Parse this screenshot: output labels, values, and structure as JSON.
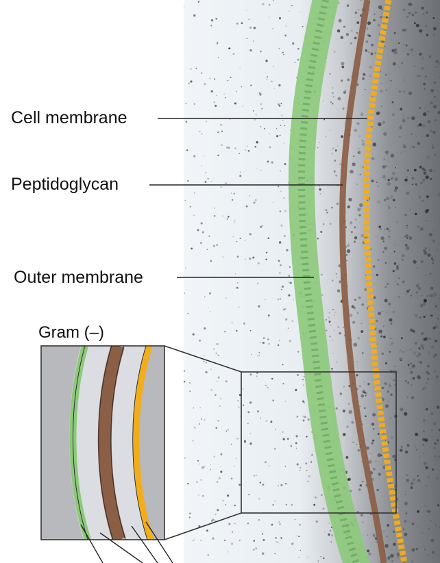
{
  "labels": {
    "cell_membrane": "Cell membrane",
    "peptidoglycan": "Peptidoglycan",
    "outer_membrane": "Outer membrane"
  },
  "inset": {
    "title": "Gram (–)"
  },
  "colors": {
    "outer_membrane": "#8cc97a",
    "peptidoglycan": "#8b5e46",
    "cell_membrane": "#f2ad1a",
    "periplasm": "#dcdde2",
    "cytoplasm_bg": "#b7b9bd",
    "extracellular_bg": "#eef3f7"
  }
}
